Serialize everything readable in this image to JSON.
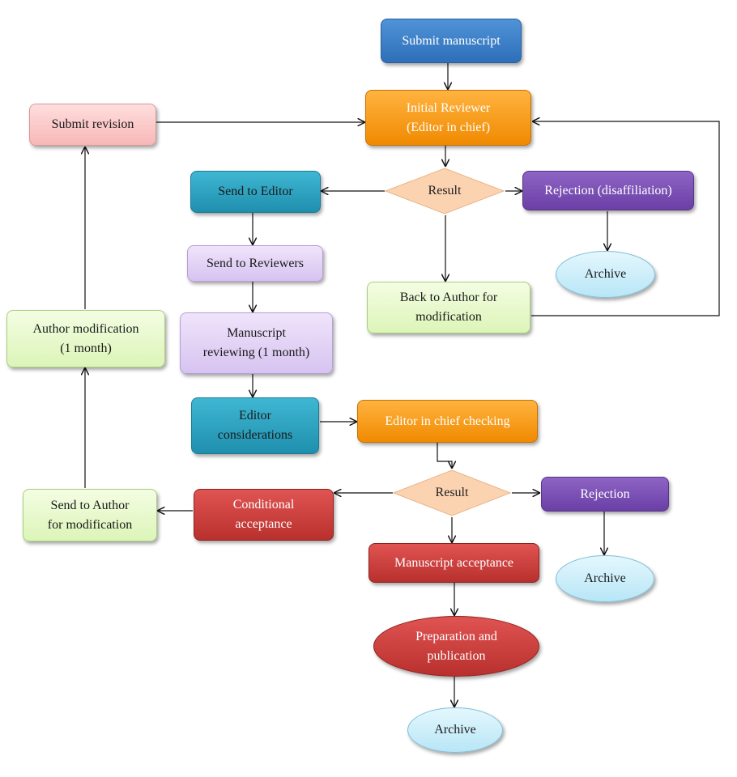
{
  "colors": {
    "blue": "#2e6fb8",
    "orange": "#f08a00",
    "pink": "#f8b7b7",
    "teal": "#1f8fae",
    "purple": "#6b3fa6",
    "lavender": "#d7c3f0",
    "light_green": "#dcf5b8",
    "light_blue": "#b8e6f7",
    "red": "#b8302d",
    "diamond_fill": "#fcd3b0",
    "connector": "#111111"
  },
  "nodes": {
    "submit_manuscript": [
      "Submit manuscript"
    ],
    "initial_reviewer": [
      "Initial Reviewer",
      "(Editor in chief)"
    ],
    "submit_revision": [
      "Submit revision"
    ],
    "result_1": [
      "Result"
    ],
    "send_to_editor": [
      "Send to Editor"
    ],
    "rejection_disaffiliation": [
      "Rejection (disaffiliation)"
    ],
    "archive_1": [
      "Archive"
    ],
    "send_to_reviewers": [
      "Send to Reviewers"
    ],
    "back_to_author": [
      "Back to Author for",
      "modification"
    ],
    "author_modification": [
      "Author modification",
      "(1 month)"
    ],
    "manuscript_reviewing": [
      "Manuscript",
      "reviewing (1 month)"
    ],
    "editor_considerations": [
      "Editor",
      "considerations"
    ],
    "editor_in_chief_checking": [
      "Editor in chief checking"
    ],
    "result_2": [
      "Result"
    ],
    "send_to_author_modification": [
      "Send to Author",
      "for modification"
    ],
    "conditional_acceptance": [
      "Conditional",
      "acceptance"
    ],
    "rejection": [
      "Rejection"
    ],
    "manuscript_acceptance": [
      "Manuscript acceptance"
    ],
    "archive_2": [
      "Archive"
    ],
    "preparation_publication": [
      "Preparation and",
      "publication"
    ],
    "archive_3": [
      "Archive"
    ]
  }
}
